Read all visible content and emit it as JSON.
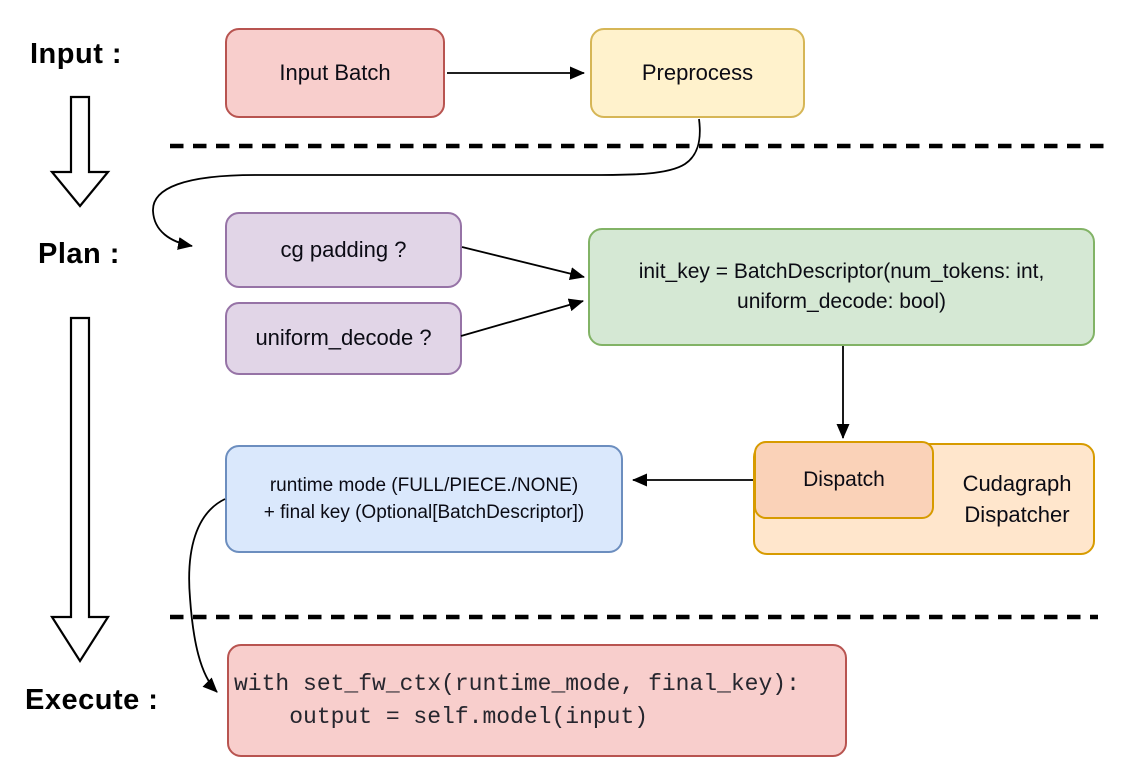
{
  "stage_labels": {
    "input": "Input :",
    "plan": "Plan :",
    "execute": "Execute :"
  },
  "nodes": {
    "input_batch": {
      "label": "Input Batch",
      "fill": "#F8CECC",
      "stroke": "#B85450"
    },
    "preprocess": {
      "label": "Preprocess",
      "fill": "#FFF2CC",
      "stroke": "#D6B656"
    },
    "cg_padding": {
      "label": "cg padding ?",
      "fill": "#E1D5E7",
      "stroke": "#9673A6"
    },
    "uniform_decode": {
      "label": "uniform_decode ?",
      "fill": "#E1D5E7",
      "stroke": "#9673A6"
    },
    "init_key": {
      "line1": "init_key = BatchDescriptor(num_tokens: int,",
      "line2": "uniform_decode: bool)",
      "fill": "#D5E8D4",
      "stroke": "#82B366"
    },
    "dispatch": {
      "label": "Dispatch",
      "fill": "#FAD2B8",
      "stroke": "#D79B00"
    },
    "cudagraph_dispatcher": {
      "line1": "Cudagraph",
      "line2": "Dispatcher",
      "fill": "#FFE6CC",
      "stroke": "#D79B00"
    },
    "runtime_result": {
      "line1": "runtime mode (FULL/PIECE./NONE)",
      "line2": "+ final key (Optional[BatchDescriptor])",
      "fill": "#DAE8FC",
      "stroke": "#6C8EBF"
    },
    "execute_code": {
      "line1": "with set_fw_ctx(runtime_mode, final_key):",
      "line2": "    output = self.model(input)",
      "fill": "#F8CECC",
      "stroke": "#B85450"
    }
  },
  "connector_color": "#000000",
  "separator_style": "dashed"
}
